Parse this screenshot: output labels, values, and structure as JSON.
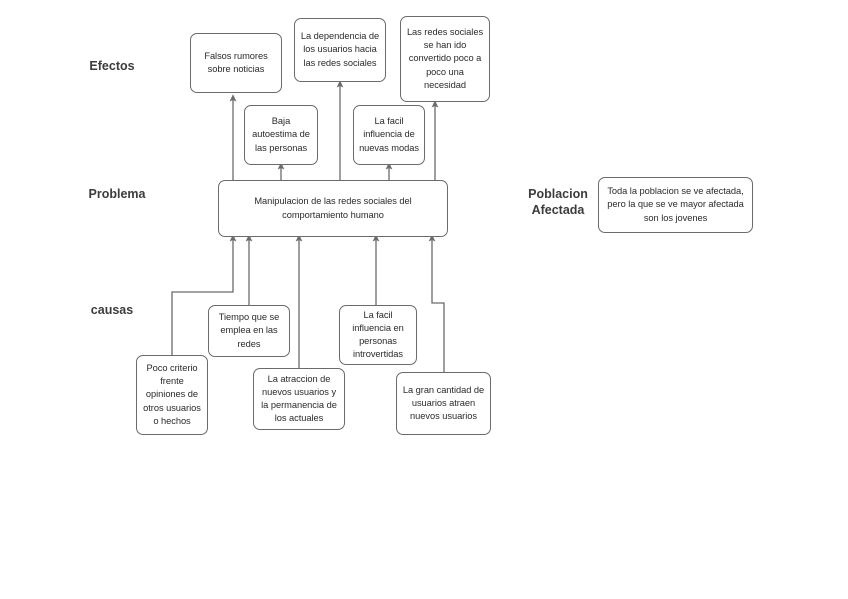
{
  "diagram": {
    "type": "cause-effect-tree",
    "title_labels": [
      {
        "id": "efectos",
        "text": "Efectos"
      },
      {
        "id": "problema",
        "text": "Problema"
      },
      {
        "id": "causas",
        "text": "causas"
      },
      {
        "id": "poblacion-afectada",
        "text": "Poblacion\nAfectada"
      }
    ],
    "colors": {
      "box_border": "#6b6b6b",
      "box_fill": "#ffffff",
      "text": "#2b2b2b",
      "label_text": "#3c3c3c",
      "connector": "#6b6b6b",
      "background": "#ffffff"
    },
    "effects": [
      {
        "id": "falsos-rumores",
        "text": "Falsos rumores sobre noticias"
      },
      {
        "id": "dependencia-usuarios",
        "text": "La dependencia de los usuarios hacia las redes sociales"
      },
      {
        "id": "redes-necesidad",
        "text": "Las redes sociales se han ido convertido poco a poco una necesidad"
      },
      {
        "id": "baja-autoestima",
        "text": "Baja autoestima de las personas"
      },
      {
        "id": "influencia-modas",
        "text": "La facil influencia de nuevas modas"
      }
    ],
    "problem": {
      "id": "manipulacion",
      "text": "Manipulacion de las redes sociales del comportamiento humano"
    },
    "causes": [
      {
        "id": "poco-criterio",
        "text": "Poco criterio frente opiniones de otros usuarios o hechos"
      },
      {
        "id": "tiempo-redes",
        "text": "Tiempo que se emplea en las redes"
      },
      {
        "id": "atraccion-usuarios",
        "text": "La atraccion de nuevos usuarios y la permanencia de los actuales"
      },
      {
        "id": "influencia-introvertidas",
        "text": "La facil influencia en personas introvertidas"
      },
      {
        "id": "gran-cantidad",
        "text": "La gran cantidad de usuarios atraen nuevos usuarios"
      }
    ],
    "affected_population": {
      "id": "poblacion-box",
      "text": "Toda la poblacion se ve afectada, pero la que se ve mayor afectada son los jovenes"
    }
  }
}
